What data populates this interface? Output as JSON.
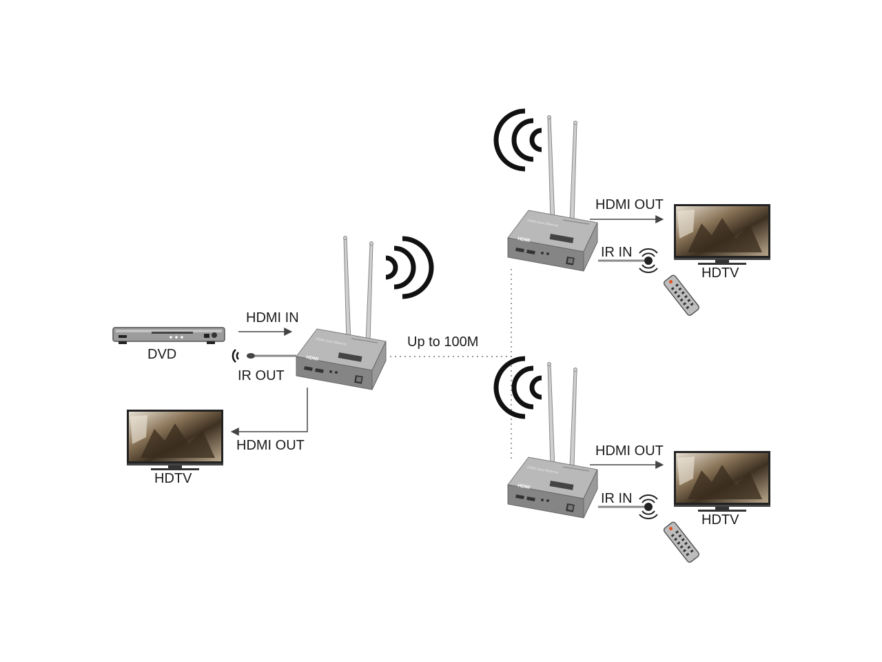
{
  "labels": {
    "dvd": "DVD",
    "hdmi_in": "HDMI IN",
    "ir_out": "IR OUT",
    "hdmi_out_local": "HDMI OUT",
    "hdtv_local": "HDTV",
    "distance": "Up to 100M",
    "hdmi_out_rx1": "HDMI OUT",
    "ir_in_rx1": "IR IN",
    "hdtv_rx1": "HDTV",
    "hdmi_out_rx2": "HDMI OUT",
    "ir_in_rx2": "IR IN",
    "hdtv_rx2": "HDTV"
  },
  "device": {
    "brand": "HDMI",
    "model": "HDMI Over Ethernet"
  },
  "colors": {
    "device_body": "#8a8a8a",
    "device_top": "#b4b4b4",
    "antenna": "#c8c8c8",
    "line": "#555555",
    "tv_frame": "#2a2a2a",
    "screen_dark": "#4a3a28",
    "screen_light": "#d8cfc0"
  },
  "icons": [
    "wifi-signal-icon",
    "ir-sensor-icon",
    "remote-control-icon",
    "dvd-player-icon",
    "tv-icon"
  ]
}
